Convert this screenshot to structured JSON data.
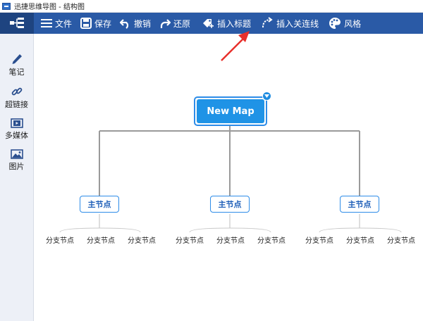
{
  "window": {
    "title": "迅捷思维导图 - 结构图"
  },
  "toolbar": {
    "items": [
      {
        "label": "文件"
      },
      {
        "label": "保存"
      },
      {
        "label": "撤销"
      },
      {
        "label": "还原"
      },
      {
        "label": "插入标题"
      },
      {
        "label": "插入关连线"
      },
      {
        "label": "风格"
      }
    ]
  },
  "sidebar": {
    "items": [
      {
        "label": "笔记"
      },
      {
        "label": "超链接"
      },
      {
        "label": "多媒体"
      },
      {
        "label": "图片"
      }
    ]
  },
  "mindmap": {
    "root": "New Map",
    "branches": [
      {
        "label": "主节点",
        "children": [
          "分支节点",
          "分支节点",
          "分支节点"
        ]
      },
      {
        "label": "主节点",
        "children": [
          "分支节点",
          "分支节点",
          "分支节点"
        ]
      },
      {
        "label": "主节点",
        "children": [
          "分支节点",
          "分支节点",
          "分支节点"
        ]
      }
    ]
  },
  "colors": {
    "toolbar": "#2a5aa6",
    "accent": "#1f93e6",
    "annotation_arrow": "#e8302b"
  }
}
